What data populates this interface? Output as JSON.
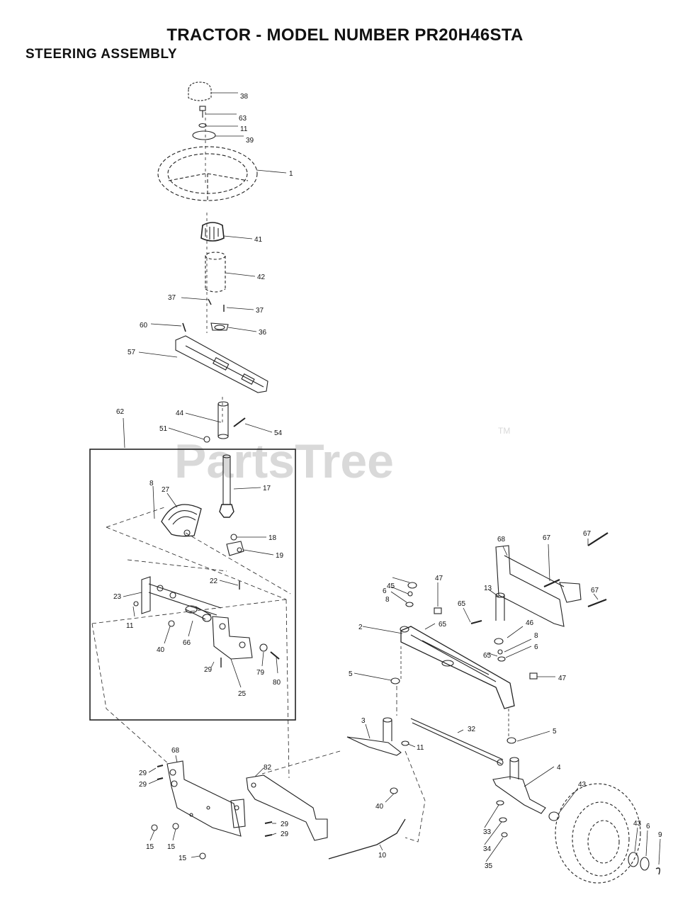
{
  "header": {
    "title": "TRACTOR - MODEL NUMBER PR20H46STA",
    "section": "STEERING ASSEMBLY"
  },
  "watermark": {
    "text": "PartsTree",
    "trademark": "TM"
  },
  "callouts": {
    "c38": "38",
    "c63": "63",
    "c11a": "11",
    "c39": "39",
    "c1": "1",
    "c41": "41",
    "c42": "42",
    "c37a": "37",
    "c37b": "37",
    "c36": "36",
    "c60": "60",
    "c57": "57",
    "c62": "62",
    "c44": "44",
    "c51": "51",
    "c54": "54",
    "c17": "17",
    "c8a": "8",
    "c27": "27",
    "c18": "18",
    "c19": "19",
    "c22": "22",
    "c23": "23",
    "c11b": "11",
    "c40a": "40",
    "c66": "66",
    "c29a": "29",
    "c25": "25",
    "c79": "79",
    "c80": "80",
    "c45": "45",
    "c8b": "8",
    "c6a": "6",
    "c47a": "47",
    "c13": "13",
    "c65a": "65",
    "c68a": "68",
    "c67a": "67",
    "c67b": "67",
    "c67c": "67",
    "c2": "2",
    "c65b": "65",
    "c65c": "65",
    "c46": "46",
    "c8c": "8",
    "c6b": "6",
    "c47b": "47",
    "c5a": "5",
    "c3": "3",
    "c11c": "11",
    "c32": "32",
    "c5b": "5",
    "c4": "4",
    "c40b": "40",
    "c43a": "43",
    "c33": "33",
    "c34": "34",
    "c35": "35",
    "c43b": "43",
    "c6c": "6",
    "c9": "9",
    "c68b": "68",
    "c29b": "29",
    "c29c": "29",
    "c82": "82",
    "c29d": "29",
    "c29e": "29",
    "c15a": "15",
    "c15b": "15",
    "c15c": "15",
    "c10": "10"
  }
}
